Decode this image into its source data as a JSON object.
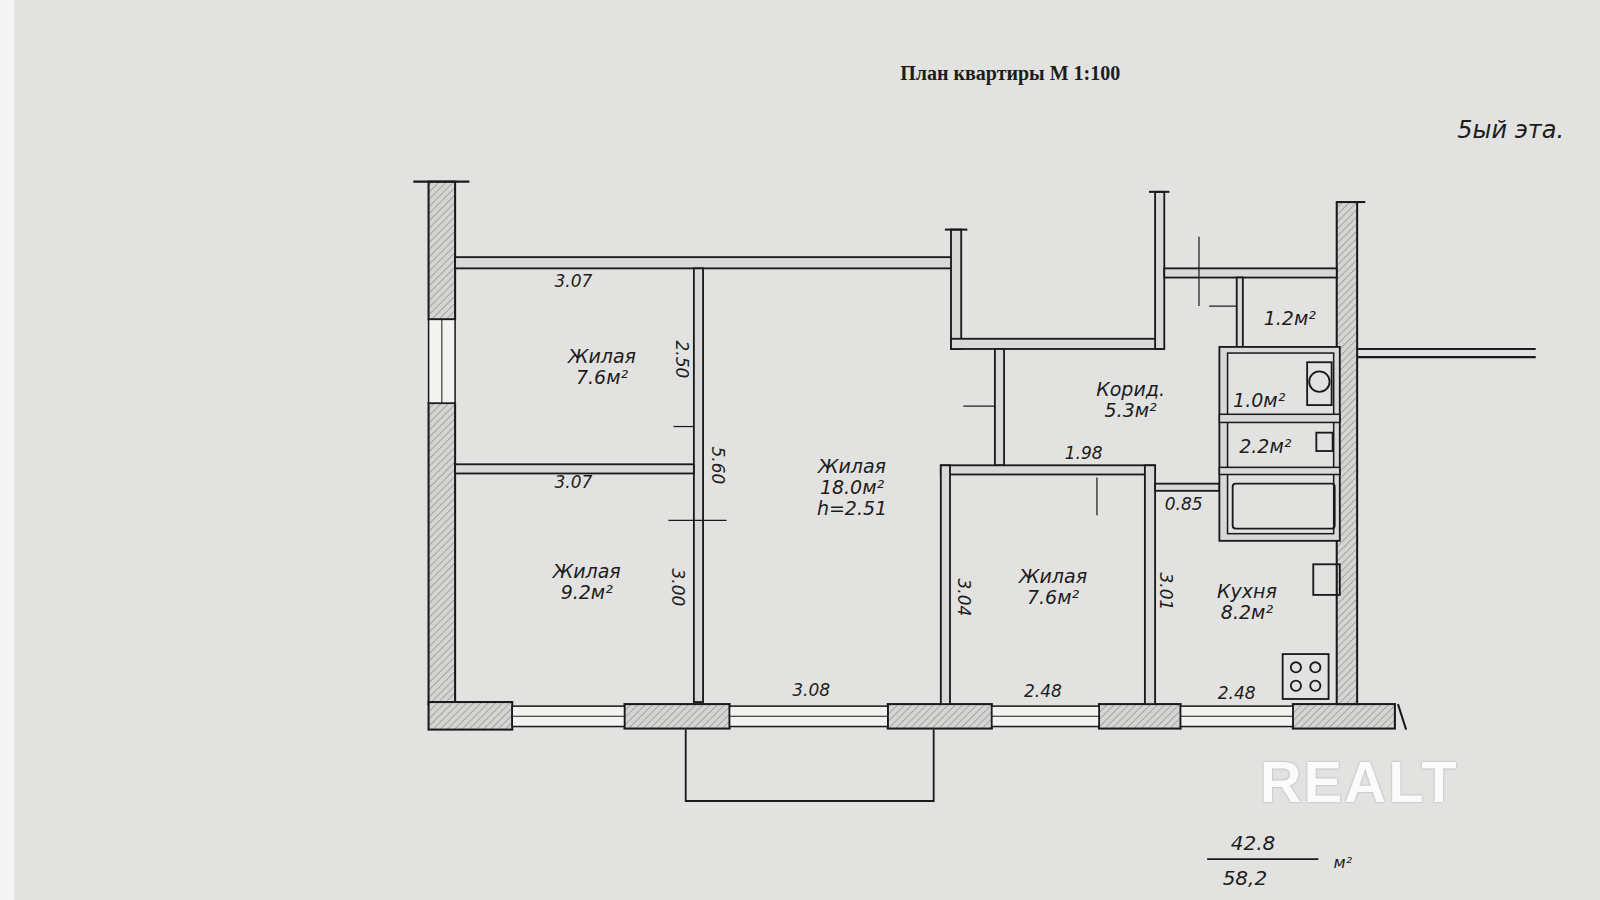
{
  "diagram": {
    "title": "План квартиры М 1:100",
    "nodes": [
      {
        "text": [
          "Жилая",
          "7.6м²"
        ]
      },
      {
        "text": [
          "Жилая",
          "9.2м²"
        ]
      },
      {
        "text": [
          "Жилая",
          "18.0м²",
          "h=2.51"
        ]
      },
      {
        "text": [
          "Жилая",
          "7.6м²"
        ]
      },
      {
        "text": [
          "Корид.",
          "5.3м²"
        ]
      },
      {
        "text": [
          "1.2м²"
        ]
      },
      {
        "text": [
          "1.0м²"
        ]
      },
      {
        "text": [
          "2.2м²"
        ]
      },
      {
        "text": [
          "Кухня",
          "8.2м²"
        ]
      }
    ],
    "labels": [
      "5ый эта.",
      "3.07",
      "2.50",
      "5.60",
      "3.07",
      "3.00",
      "3.08",
      "3.04",
      "1.98",
      "3.01",
      "0.85",
      "2.48",
      "2.48",
      "42.8",
      "58,2",
      "м²",
      "REALT"
    ]
  }
}
